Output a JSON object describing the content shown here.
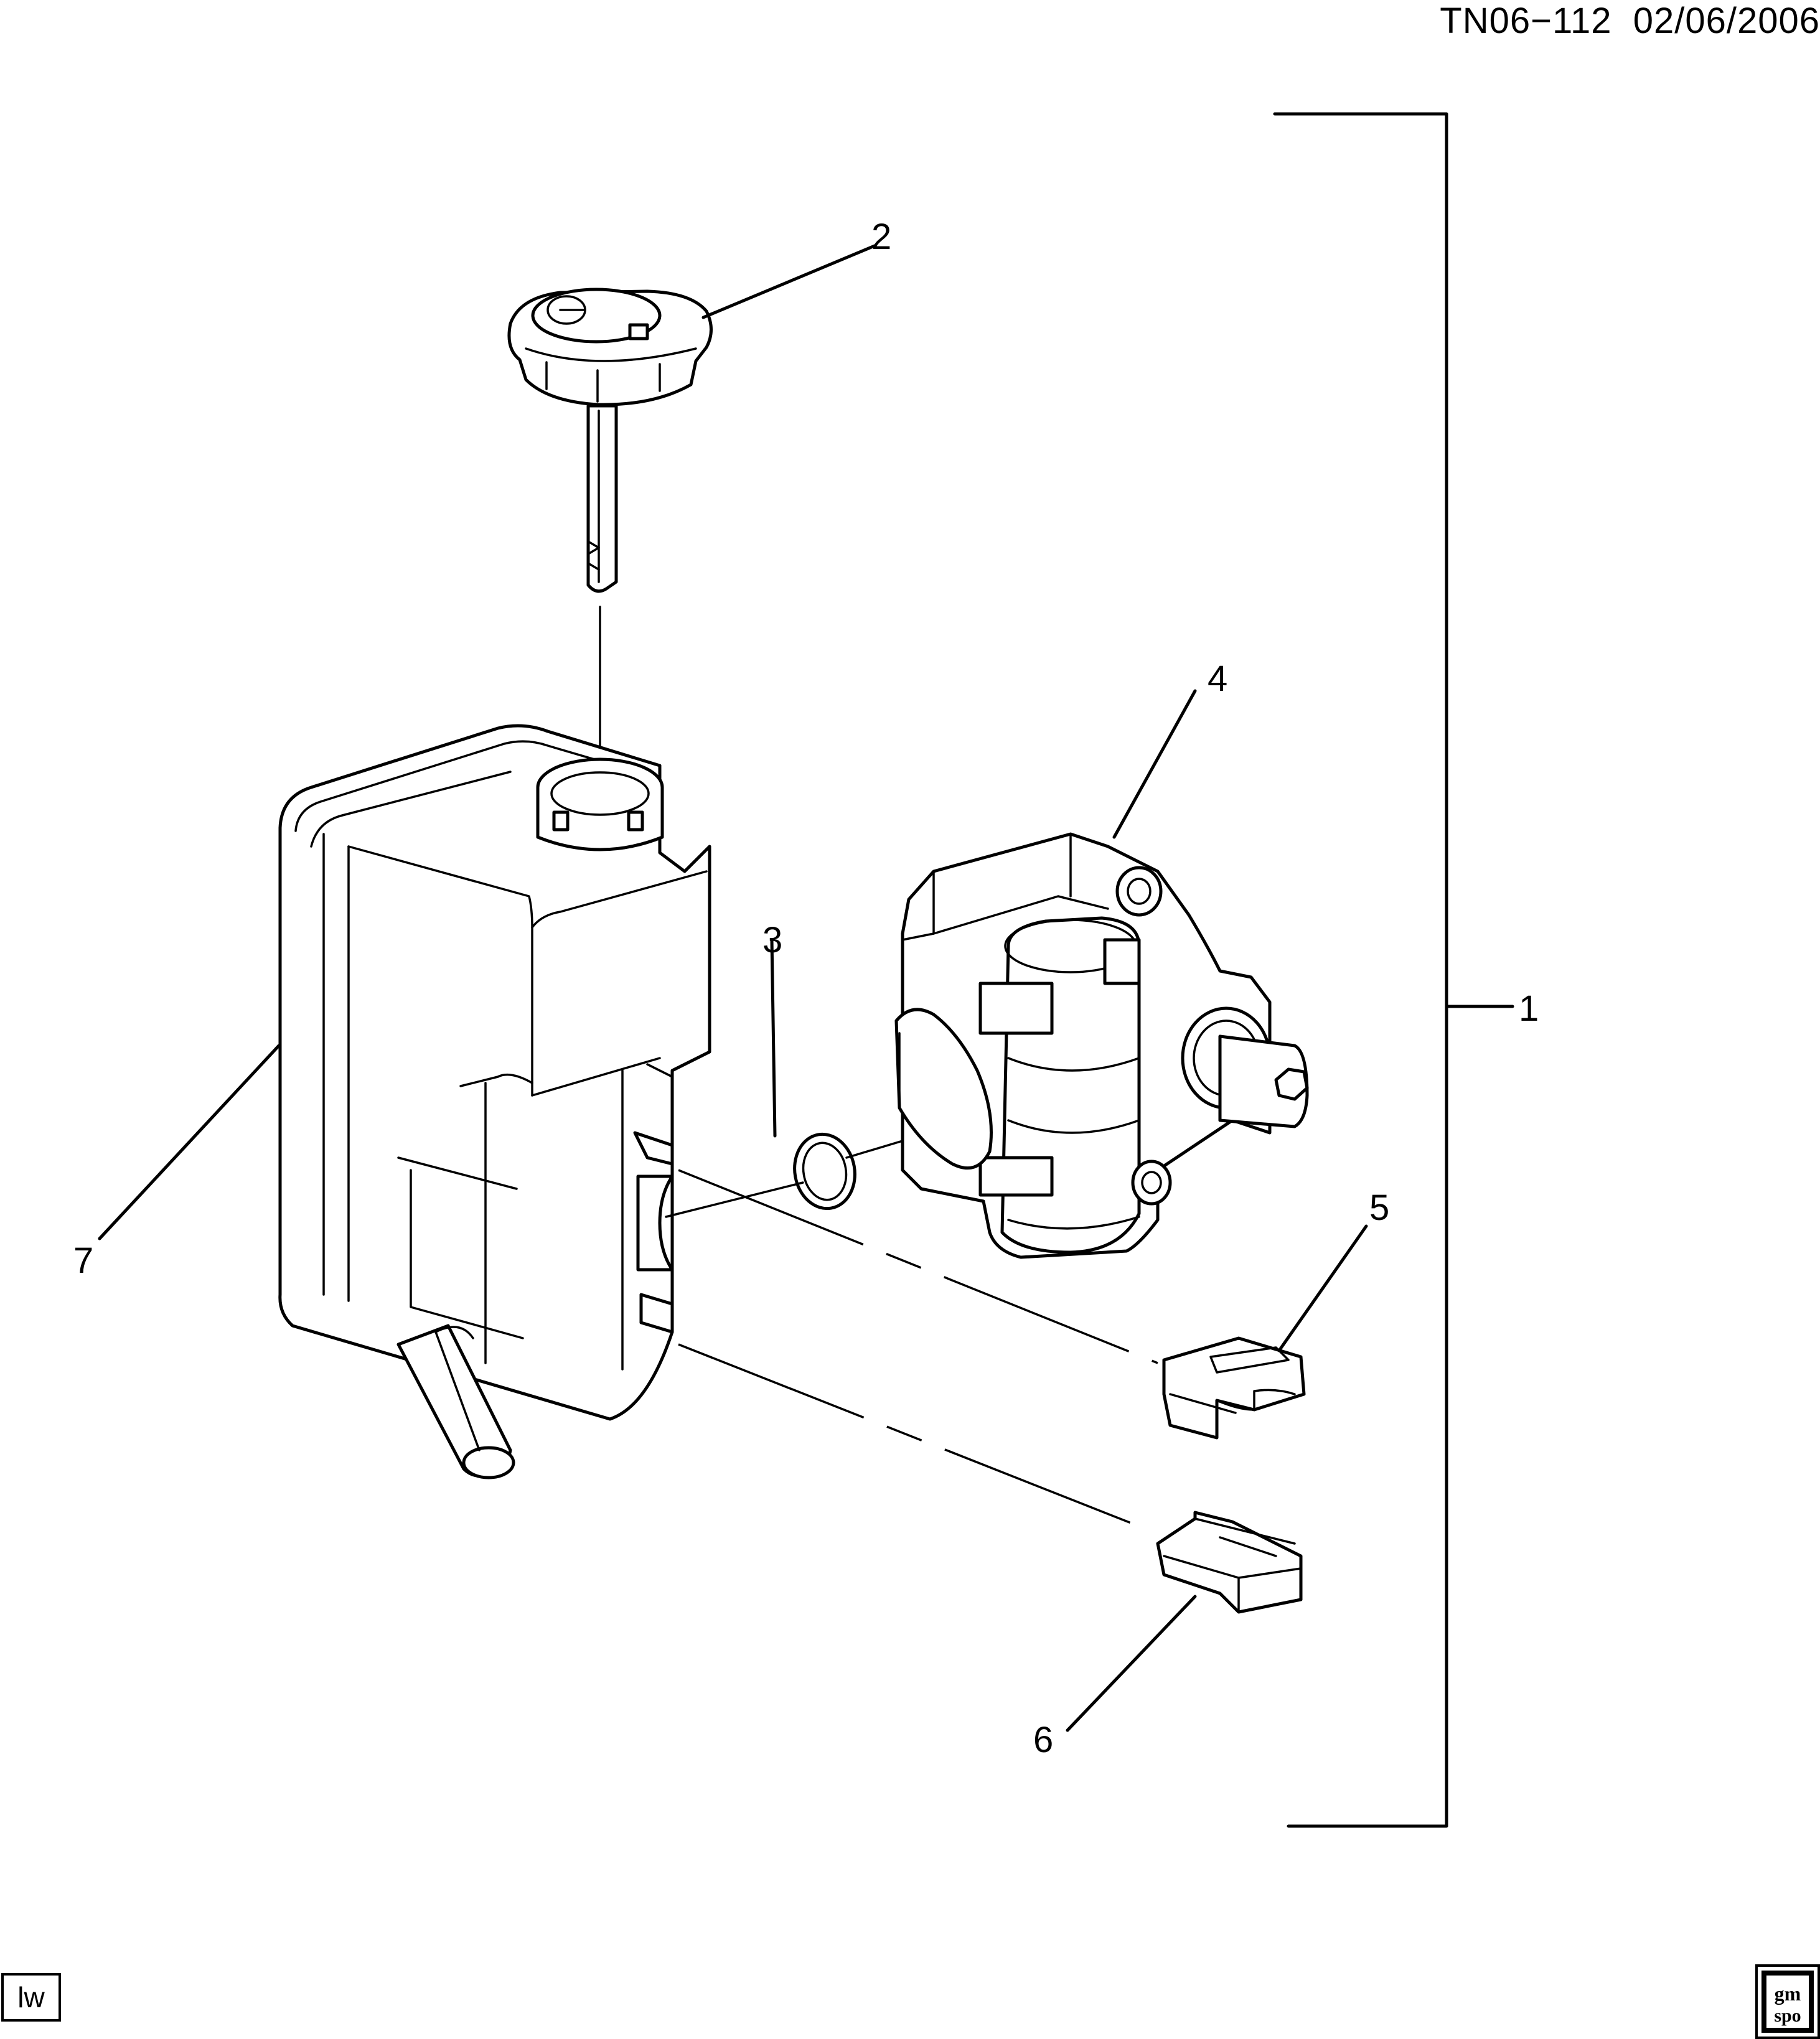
{
  "header": {
    "drawing_id": "TN06−112",
    "date": "02/06/2006"
  },
  "callouts": {
    "c1": "1",
    "c2": "2",
    "c3": "3",
    "c4": "4",
    "c5": "5",
    "c6": "6",
    "c7": "7"
  },
  "footer": {
    "badge_text": "lw",
    "logo_text_top": "gm",
    "logo_text_bottom": "spo"
  },
  "parts": [
    {
      "callout": "1",
      "name": "power-steering-pump-assembly"
    },
    {
      "callout": "2",
      "name": "reservoir-cap-with-dipstick"
    },
    {
      "callout": "3",
      "name": "o-ring-seal"
    },
    {
      "callout": "4",
      "name": "power-steering-pump"
    },
    {
      "callout": "5",
      "name": "retaining-clip-upper"
    },
    {
      "callout": "6",
      "name": "retaining-clip-lower"
    },
    {
      "callout": "7",
      "name": "fluid-reservoir"
    }
  ]
}
